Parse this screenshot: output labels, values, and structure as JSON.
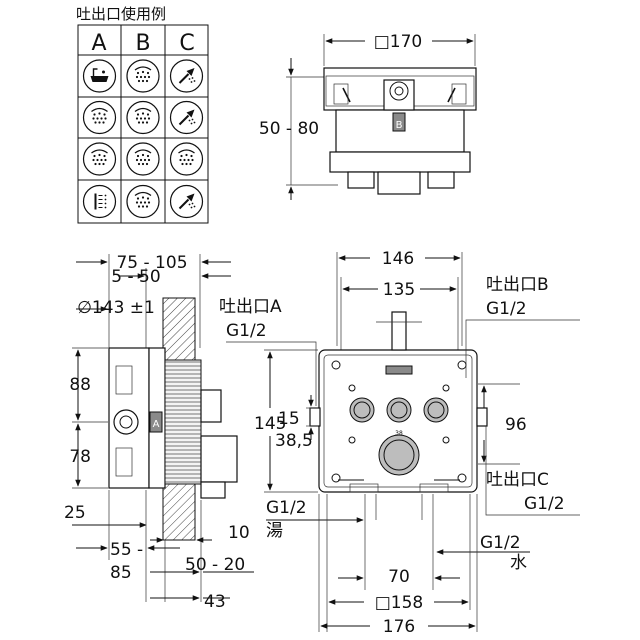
{
  "table": {
    "title": "吐出口使用例",
    "headers": [
      "A",
      "B",
      "C"
    ],
    "rows": [
      [
        "bath-icon",
        "shower-icon",
        "hand-shower-icon"
      ],
      [
        "shower-icon",
        "shower-icon",
        "hand-shower-icon"
      ],
      [
        "shower-icon",
        "shower-icon",
        "shower-icon"
      ],
      [
        "side-jet-icon",
        "shower-icon",
        "hand-shower-icon"
      ]
    ]
  },
  "top_view": {
    "width_label": "□170",
    "height_label": "50 - 80",
    "port_mark": "B"
  },
  "side_view": {
    "dims": {
      "depth_range": "75 - 105",
      "offset_range": "5 - 50",
      "diameter": "∅143 ±1",
      "upper": "88",
      "lower": "78",
      "bottom": "25",
      "bottom_range": "55 -",
      "bottom_range2": "85",
      "wall_range": "50 - 20",
      "wall_thickness": "10",
      "base": "43"
    },
    "port_mark": "A"
  },
  "front_view": {
    "dims": {
      "outer_width": "146",
      "inner_width": "135",
      "height": "145",
      "gap_small": "15",
      "gap_mid": "38,5",
      "right_height": "96",
      "pitch": "70",
      "square": "□158",
      "total": "176"
    },
    "dial_value": "38",
    "labels": {
      "outlet_a": "吐出口A",
      "outlet_a_thread": "G1/2",
      "outlet_b": "吐出口B",
      "outlet_b_thread": "G1/2",
      "outlet_c": "吐出口C",
      "outlet_c_thread": "G1/2",
      "hot_thread": "G1/2",
      "hot": "湯",
      "cold_thread": "G1/2",
      "cold": "水"
    }
  }
}
